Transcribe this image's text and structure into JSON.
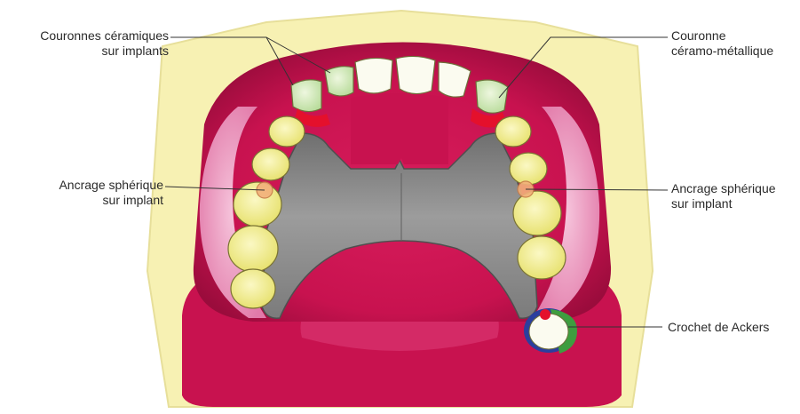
{
  "colors": {
    "background": "#ffffff",
    "outline_plate": "#f7f1b3",
    "gum": "#c8124f",
    "gum_dark": "#8e0b37",
    "gum_light": "#e0457a",
    "soft_tissue_pink": "#ef9bc3",
    "framework_metal": "#8f8f8f",
    "framework_shade": "#5f5f5f",
    "tooth_yellow": "#f3ef8c",
    "tooth_green": "#cfe7b8",
    "tooth_white": "#fbfbf0",
    "crown_red": "#e4102c",
    "clasp_blue": "#2b3f9e",
    "clasp_green": "#3e9d3f",
    "leader_line": "#333333"
  },
  "labels": {
    "ceramic_crowns": {
      "line1": "Couronnes céramiques",
      "line2": "sur implants"
    },
    "metal_ceramic_crown": {
      "line1": "Couronne",
      "line2": "céramo-métallique"
    },
    "ball_attachment_left": {
      "line1": "Ancrage sphérique",
      "line2": "sur implant"
    },
    "ball_attachment_right": {
      "line1": "Ancrage sphérique",
      "line2": "sur implant"
    },
    "ackers_clasp": {
      "line1": "Crochet de Ackers"
    }
  }
}
